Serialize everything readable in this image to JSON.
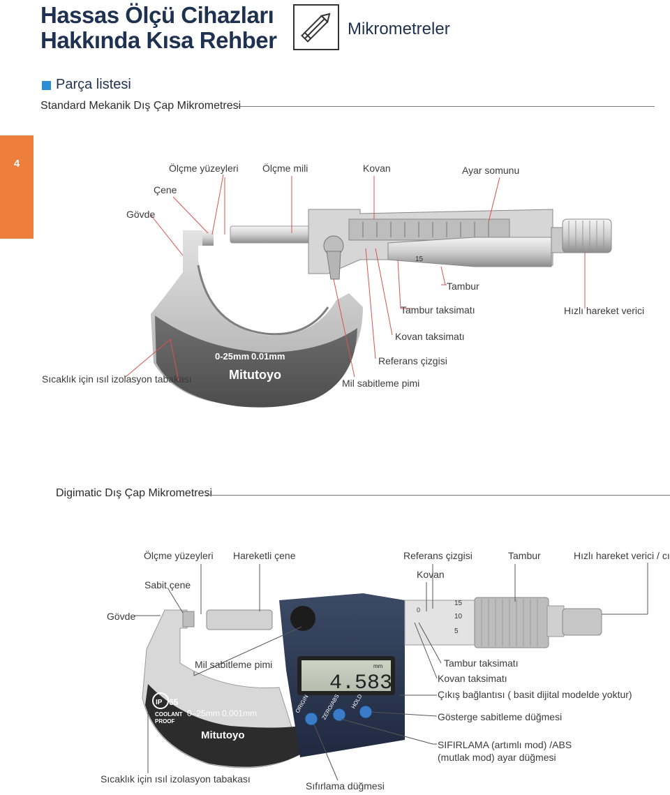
{
  "header": {
    "title_line1": "Hassas Ölçü Cihazları",
    "title_line2": "Hakkında Kısa Rehber",
    "section": "Mikrometreler",
    "pen_icon": "pencil-icon"
  },
  "parts": {
    "heading": "Parça listesi",
    "bullet_color": "#2b8fd6"
  },
  "page": {
    "number": "4",
    "tab_color": "#ee7e3b"
  },
  "mechanical": {
    "subtitle": "Standard Mekanik Dış Çap Mikrometresi",
    "labels": {
      "measuring_faces": "Ölçme yüzeyleri",
      "spindle": "Ölçme mili",
      "sleeve": "Kovan",
      "adjust_nut": "Ayar somunu",
      "anvil": "Çene",
      "frame": "Gövde",
      "thimble": "Tambur",
      "thimble_scale": "Tambur taksimatı",
      "ratchet": "Hızlı hareket verici",
      "sleeve_scale": "Kovan taksimatı",
      "reference_line": "Referans çizgisi",
      "insulator": "Sıcaklık için ısıl izolasyon tabakası",
      "spindle_lock": "Mil sabitleme pimi"
    },
    "frame_print": {
      "range": "0-25mm",
      "resolution": "0.01mm",
      "brand": "Mitutoyo"
    },
    "thimble_number": "15"
  },
  "digimatic": {
    "subtitle": "Digimatic Dış Çap Mikrometresi",
    "labels": {
      "measuring_faces": "Ölçme yüzeyleri",
      "moving_jaw": "Hareketli çene",
      "reference_line": "Referans çizgisi",
      "thimble": "Tambur",
      "ratchet": "Hızlı hareket verici / cırcır",
      "fixed_jaw": "Sabit çene",
      "sleeve": "Kovan",
      "frame": "Gövde",
      "spindle_lock": "Mil sabitleme pimi",
      "thimble_scale": "Tambur taksimatı",
      "sleeve_scale": "Kovan taksimatı",
      "output": "Çıkış bağlantısı ( basit dijital modelde yoktur)",
      "display_hold": "Gösterge sabitleme düğmesi",
      "zero_abs_line1": "SIFIRLAMA (artımlı mod) /ABS",
      "zero_abs_line2": "(mutlak mod) ayar düğmesi",
      "insulator": "Sıcaklık için ısıl izolasyon tabakası",
      "zero_button": "Sıfırlama düğmesi"
    },
    "display_value": "4.583",
    "display_unit": "mm",
    "buttons": [
      "ORIGIN",
      "ZERO/ABS",
      "HOLD"
    ],
    "frame_print": {
      "ip": "IP",
      "ip_rating": "65",
      "coolant": "COOLANT",
      "proof": "PROOF",
      "range": "0–25mm 0.001mm",
      "brand": "Mitutoyo"
    },
    "thimble_numbers": [
      "15",
      "10",
      "5"
    ],
    "sleeve_zero": "0"
  }
}
